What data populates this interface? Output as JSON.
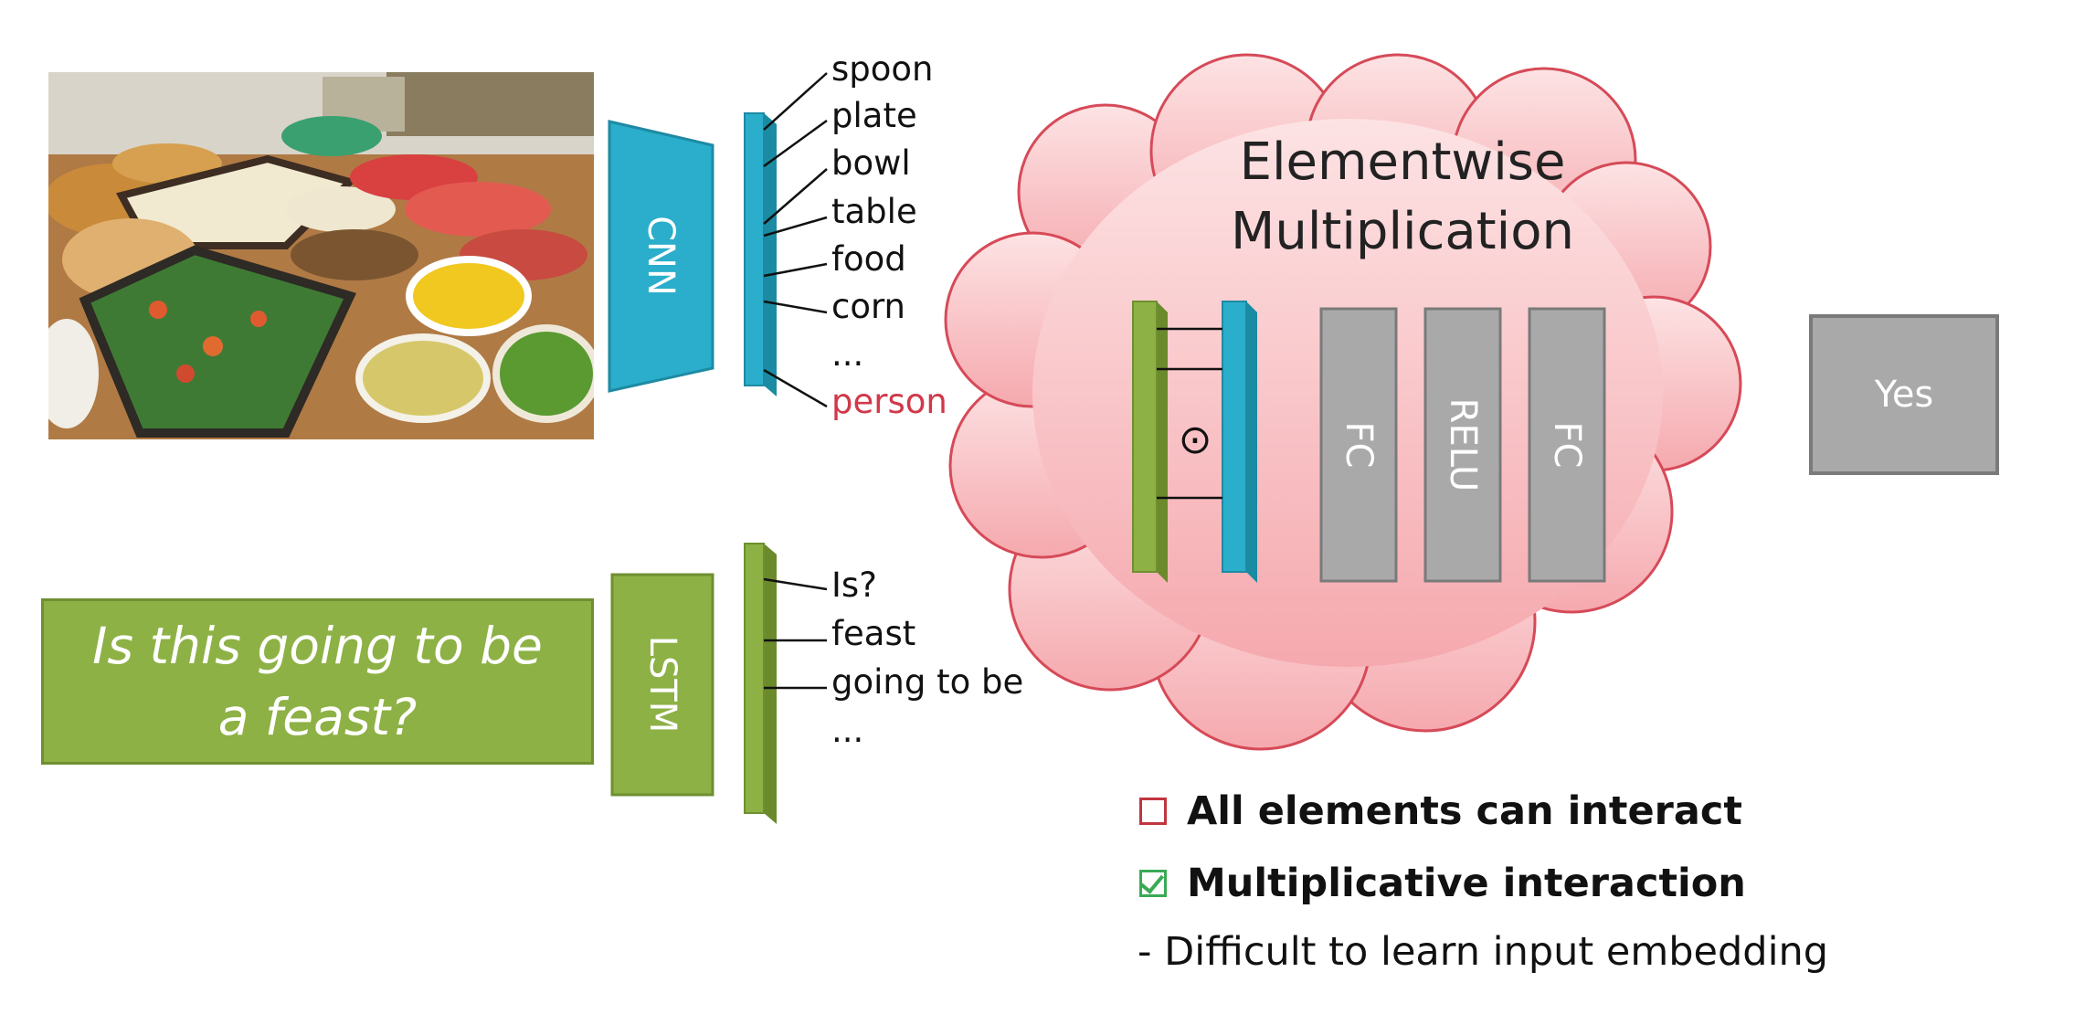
{
  "question": "Is this going to be a feast?",
  "image_labels": [
    "spoon",
    "plate",
    "bowl",
    "table",
    "food",
    "corn",
    "...",
    "person"
  ],
  "question_labels": [
    "Is?",
    "feast",
    "going to be",
    "..."
  ],
  "blocks": {
    "cnn": "CNN",
    "lstm": "LSTM",
    "fc1": "FC",
    "relu": "RELU",
    "fc2": "FC"
  },
  "operator_symbol": "⊙",
  "cloud_title": "Elementwise Multiplication",
  "answer": "Yes",
  "bullets": [
    {
      "text": "All elements can interact",
      "state": "unchecked"
    },
    {
      "text": "Multiplicative interaction",
      "state": "checked"
    }
  ],
  "note": "-  Difficult to learn input embedding",
  "colors": {
    "green": "#8db145",
    "blue": "#2aaecb",
    "gray": "#a9a9a9",
    "cloud_fill": "#f8c6c8",
    "cloud_stroke": "#d64a58",
    "highlight_red": "#d0394a"
  }
}
